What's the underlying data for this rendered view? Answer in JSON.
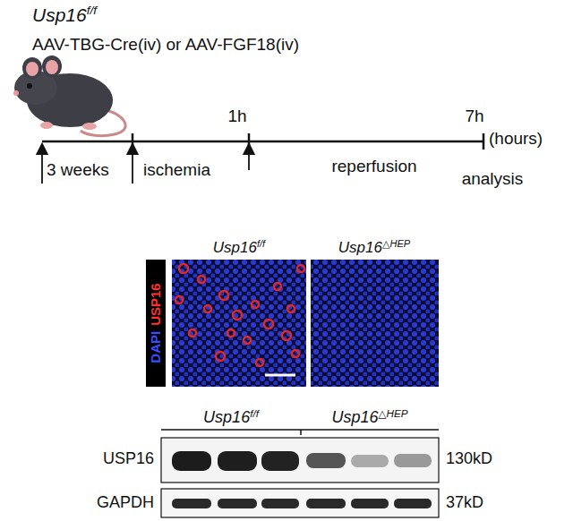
{
  "diagram": {
    "labels": [
      "Usp16",
      "f/f",
      "AAV-TBG-Cre(iv) or AAV-FGF18(iv)",
      "1h",
      "7h",
      "(hours)",
      "3 weeks",
      "ischemia",
      "reperfusion",
      "analysis",
      "Usp16",
      "f/f",
      "Usp16",
      "△HEP",
      "DAPI",
      "USP16",
      "Usp16",
      "f/f",
      "Usp16",
      "△HEP",
      "USP16",
      "130kD",
      "GAPDH",
      "37kD"
    ]
  }
}
